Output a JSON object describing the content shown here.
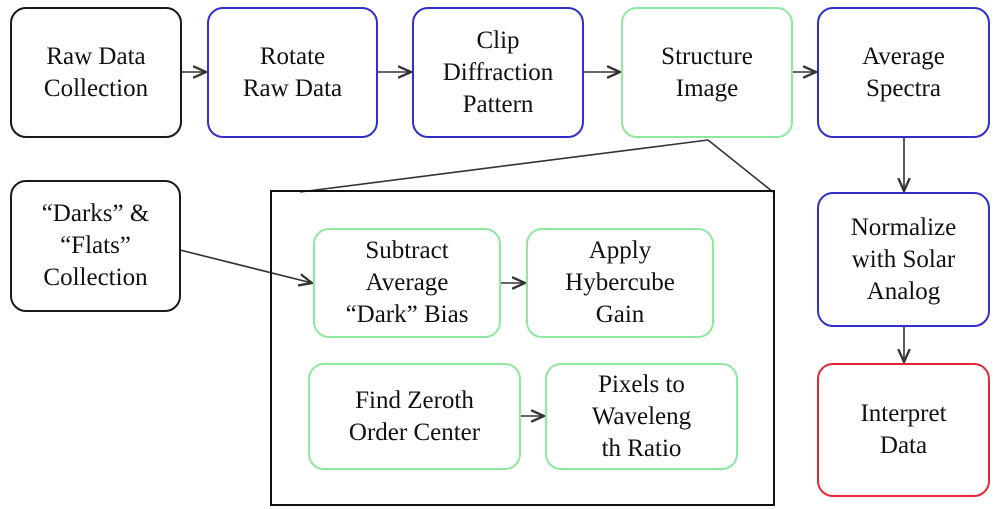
{
  "colors": {
    "black_border": "#1a1a1a",
    "blue_border": "#3030c8",
    "green_border": "#8fe8a0",
    "red_border": "#e0283a",
    "arrow": "#333333"
  },
  "nodes": {
    "raw_data_collection": "Raw Data\nCollection",
    "rotate_raw_data": "Rotate\nRaw Data",
    "clip_diffraction_pattern": "Clip\nDiffraction\nPattern",
    "structure_image": "Structure\nImage",
    "average_spectra": "Average\nSpectra",
    "darks_flats_collection": "“Darks” &\n“Flats”\nCollection",
    "subtract_average_dark_bias": "Subtract\nAverage\n“Dark” Bias",
    "apply_hybercube_gain": "Apply\nHybercube\nGain",
    "find_zeroth_order_center": "Find Zeroth\nOrder Center",
    "pixels_to_wavelength_ratio": "Pixels to\nWaveleng\nth Ratio",
    "normalize_with_solar_analog": "Normalize\nwith Solar\nAnalog",
    "interpret_data": "Interpret\nData"
  }
}
